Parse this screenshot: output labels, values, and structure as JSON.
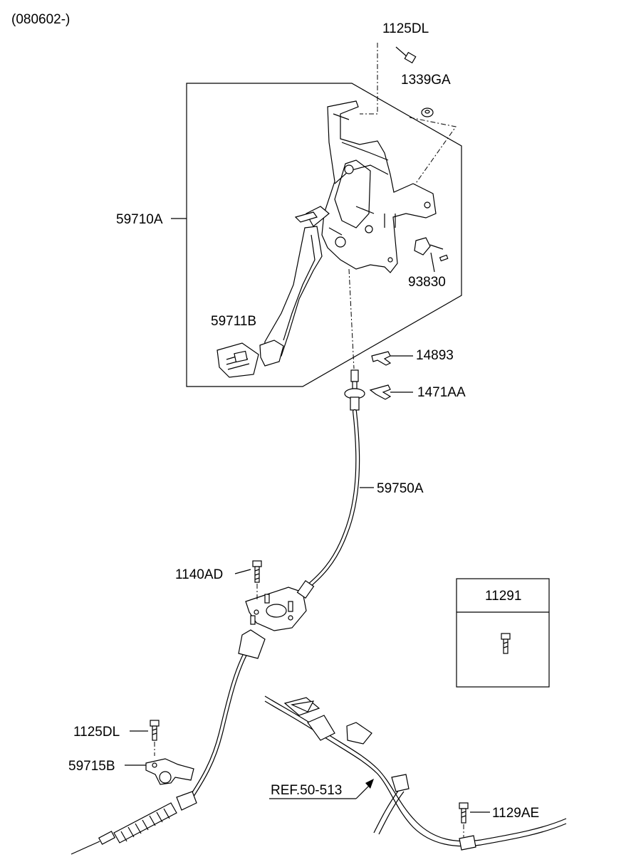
{
  "header_code": "(080602-)",
  "callouts": {
    "bolt_top": "1125DL",
    "nut_top": "1339GA",
    "pedal_assembly": "59710A",
    "switch": "93830",
    "pedal_pad": "59711B",
    "clip_upper": "14893",
    "clip_lower": "1471AA",
    "cable": "59750A",
    "bolt_mid": "1140AD",
    "bolt_lower": "1125DL",
    "bracket_lower": "59715B",
    "reference": "REF.50-513",
    "bolt_right": "1129AE"
  },
  "inset": {
    "label": "11291"
  }
}
